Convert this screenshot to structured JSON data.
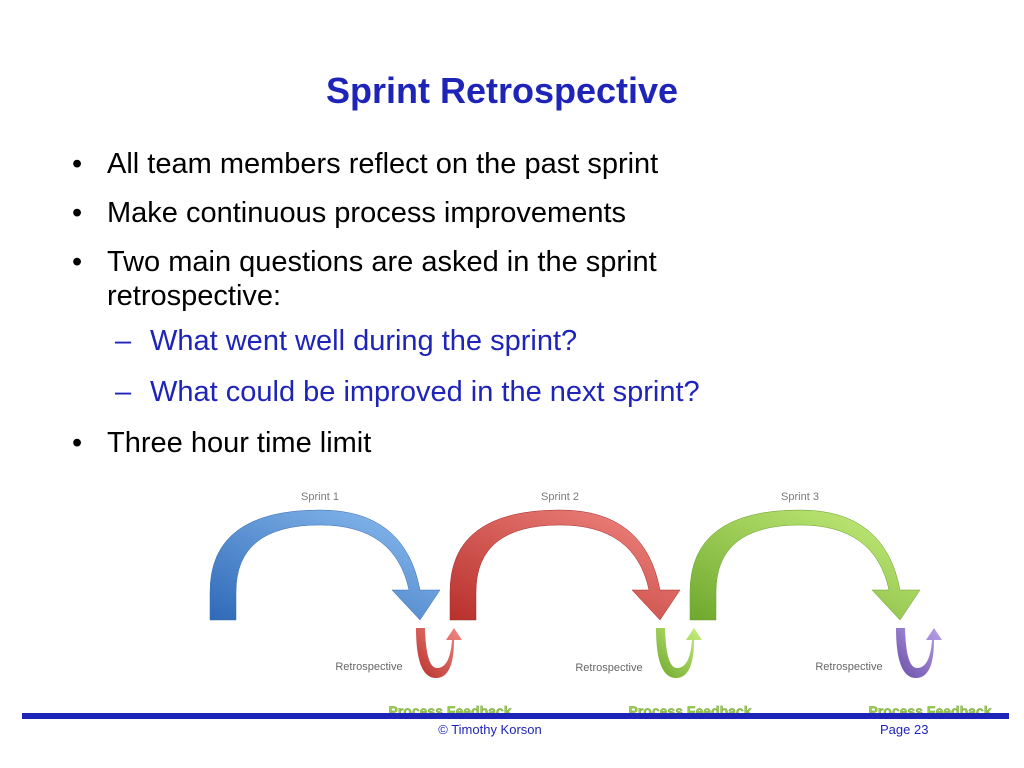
{
  "slide": {
    "title": "Sprint Retrospective",
    "bullets": [
      "All team members reflect on the past sprint",
      "Make continuous process improvements",
      "Two main questions are asked in the sprint retrospective:",
      "Three hour time limit"
    ],
    "sub_bullets": [
      "What went well during the sprint?",
      "What could be improved in the next sprint?"
    ]
  },
  "diagram": {
    "sprints": [
      {
        "label": "Sprint 1",
        "retro_label": "Retrospective",
        "feedback_label": "Process Feedback",
        "arc_color": "#4f8ad8",
        "retro_color": "#c9413b"
      },
      {
        "label": "Sprint 2",
        "retro_label": "Retrospective",
        "feedback_label": "Process Feedback",
        "arc_color": "#d64540",
        "retro_color": "#8ccf43"
      },
      {
        "label": "Sprint 3",
        "retro_label": "Retrospective",
        "feedback_label": "Process Feedback",
        "arc_color": "#8ccf43",
        "retro_color": "#8a6cc9"
      }
    ]
  },
  "footer": {
    "copyright": "© Timothy Korson",
    "page": "Page 23"
  },
  "colors": {
    "accent": "#1f24b8"
  }
}
